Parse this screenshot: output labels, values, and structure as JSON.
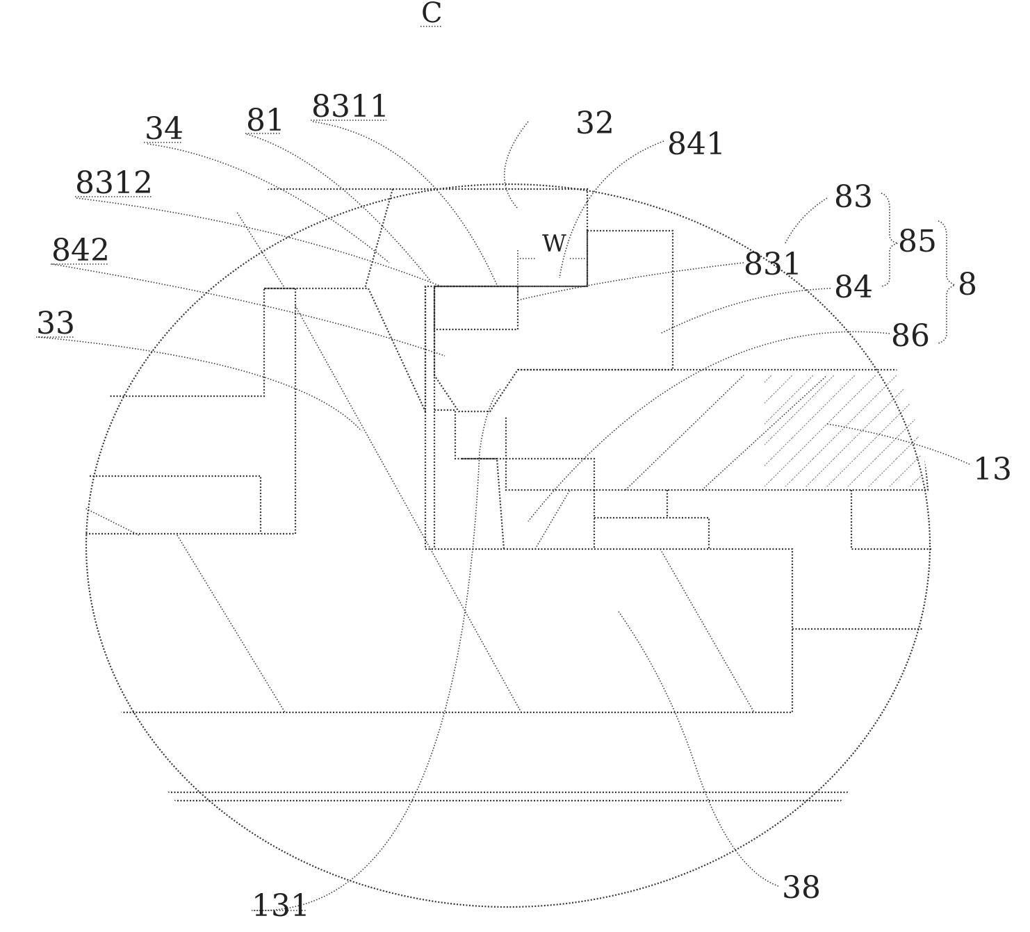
{
  "figure": {
    "view_label": "C",
    "dimension_label": "W",
    "labels": {
      "l34": "34",
      "l81": "81",
      "l8311": "8311",
      "l32": "32",
      "l841": "841",
      "l8312": "8312",
      "l83": "83",
      "l85": "85",
      "l842": "842",
      "l831": "831",
      "l84": "84",
      "l8": "8",
      "l33": "33",
      "l86": "86",
      "l13": "13",
      "l131": "131",
      "l38": "38"
    }
  }
}
